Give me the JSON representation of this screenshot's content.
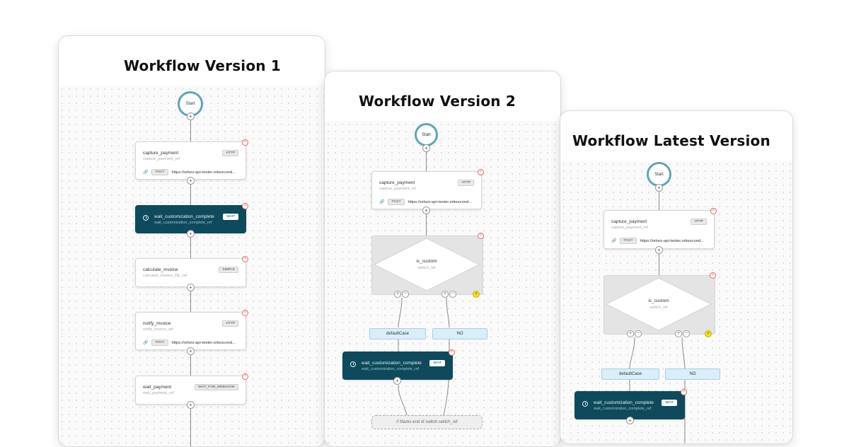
{
  "panels": [
    {
      "title": "Workflow Version 1",
      "start_label": "Start",
      "tasks": [
        {
          "name": "capture_payment",
          "ref": "capture_payment_ref",
          "badge": "HTTP",
          "method": "POST",
          "url": "https://orkes-api-tester.orkescond..."
        },
        {
          "name": "wait_customization_complete",
          "ref": "wait_customization_complete_ref",
          "badge": "WAIT"
        },
        {
          "name": "calculate_invoice",
          "ref": "calculate_invoice_DE_ref",
          "badge": "SIMPLE"
        },
        {
          "name": "notify_invoice",
          "ref": "notify_invoice_ref",
          "badge": "HTTP",
          "method": "POST",
          "url": "https://orkes-api-tester.orkescond..."
        },
        {
          "name": "wait_payment",
          "ref": "wait_payment_ref",
          "badge": "WAIT_FOR_WEBHOOK"
        }
      ]
    },
    {
      "title": "Workflow Version 2",
      "start_label": "Start",
      "tasks": [
        {
          "name": "capture_payment",
          "ref": "capture_payment_ref",
          "badge": "HTTP",
          "method": "POST",
          "url": "https://orkes-api-tester.orkescond..."
        },
        {
          "name": "wait_customization_complete",
          "ref": "wait_customization_complete_ref",
          "badge": "WAIT"
        }
      ],
      "switch": {
        "name": "is_custom",
        "ref": "switch_ref"
      },
      "cases": [
        "defaultCase",
        "NO"
      ],
      "end_label": "// Marks end of switch  switch_ref"
    },
    {
      "title": "Workflow Latest Version",
      "start_label": "Start",
      "tasks": [
        {
          "name": "capture_payment",
          "ref": "capture_payment_ref",
          "badge": "HTTP",
          "method": "POST",
          "url": "https://orkes-api-tester.orkescond..."
        },
        {
          "name": "wait_customization_complete",
          "ref": "wait_customization_complete_ref",
          "badge": "WAIT"
        }
      ],
      "switch": {
        "name": "is_custom",
        "ref": "switch_ref"
      },
      "cases": [
        "defaultCase",
        "NO"
      ]
    }
  ],
  "colors": {
    "dark_task": "#0e4a5c",
    "start_ring": "#5fa4b9",
    "case_box": "#d9eef8",
    "delete": "#e06666",
    "add_case": "#f2e01f"
  },
  "icons": [
    "link-icon",
    "clock-icon",
    "close-icon",
    "plus-icon",
    "minus-icon"
  ]
}
